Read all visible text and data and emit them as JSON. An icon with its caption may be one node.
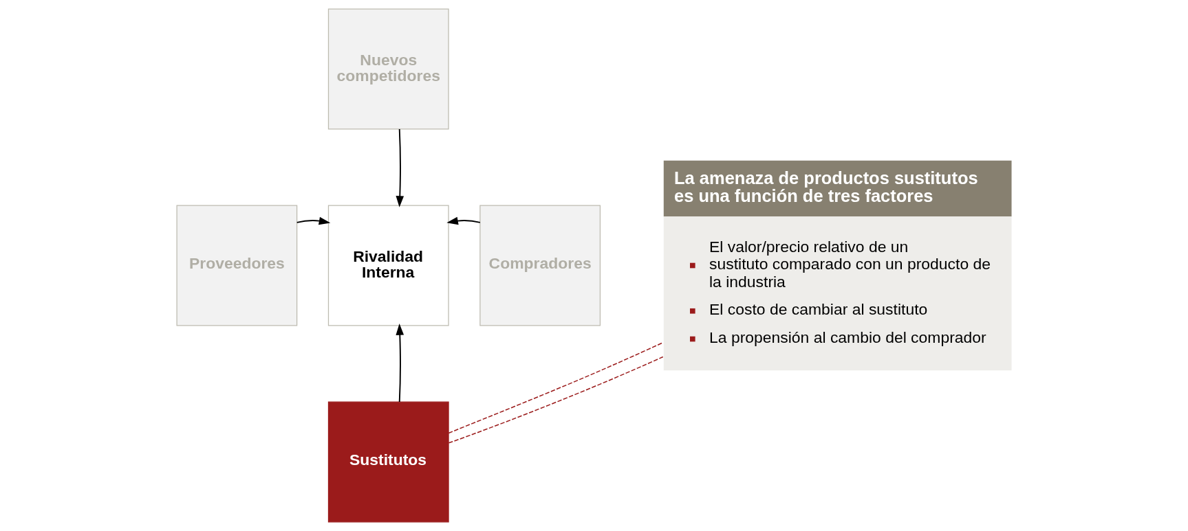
{
  "diagram": {
    "nodes": [
      {
        "text": [
          "Nuevos competidores"
        ]
      },
      {
        "text": [
          "Proveedores"
        ]
      },
      {
        "text": [
          "Rivalidad Interna"
        ]
      },
      {
        "text": [
          "Compradores"
        ]
      },
      {
        "text": [
          "Sustitutos"
        ]
      },
      {
        "text": [
          "La amenaza de productos sustitutos es una función de tres factores",
          "El valor/precio relativo de un sustituto comparado con un producto de la industria",
          "El costo de cambiar al sustituto",
          "La propensión al cambio del comprador"
        ]
      }
    ],
    "edges": [
      {
        "from": 0,
        "to": 2,
        "arrow": "to"
      },
      {
        "from": 1,
        "to": 2,
        "arrow": "to"
      },
      {
        "from": 3,
        "to": 2,
        "arrow": "to"
      },
      {
        "from": 4,
        "to": 2,
        "arrow": "to"
      },
      {
        "from": 4,
        "to": 5,
        "arrow": "none",
        "style": "dashed",
        "color": "#9b1b1b"
      },
      {
        "from": 4,
        "to": 5,
        "arrow": "none",
        "style": "dashed",
        "color": "#9b1b1b"
      }
    ]
  }
}
